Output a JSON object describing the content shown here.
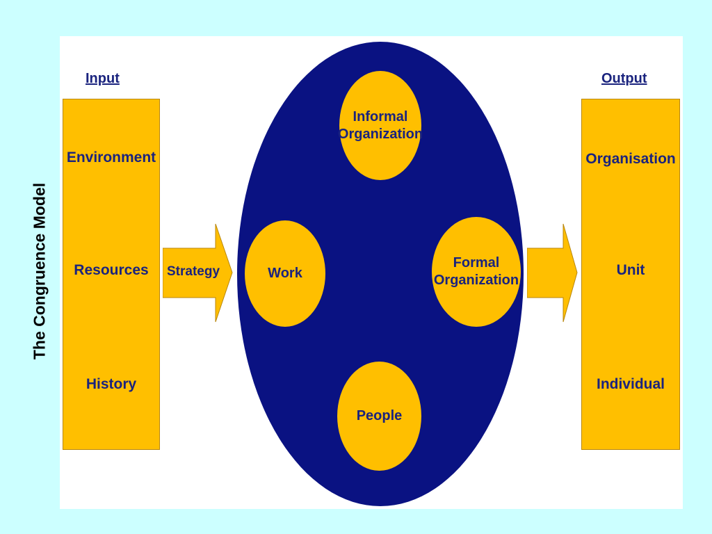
{
  "title": "The Congruence Model",
  "input": {
    "heading": "Input",
    "items": [
      "Environment",
      "Resources",
      "History"
    ]
  },
  "output": {
    "heading": "Output",
    "items": [
      "Organisation",
      "Unit",
      "Individual"
    ]
  },
  "strategy_label": "Strategy",
  "components": {
    "informal": "Informal Organization",
    "work": "Work",
    "formal": "Formal Organization",
    "people": "People"
  },
  "colors": {
    "background": "#ccffff",
    "box_fill": "#ffbf00",
    "circle_fill": "#0a1282",
    "text_navy": "#1a237e"
  }
}
